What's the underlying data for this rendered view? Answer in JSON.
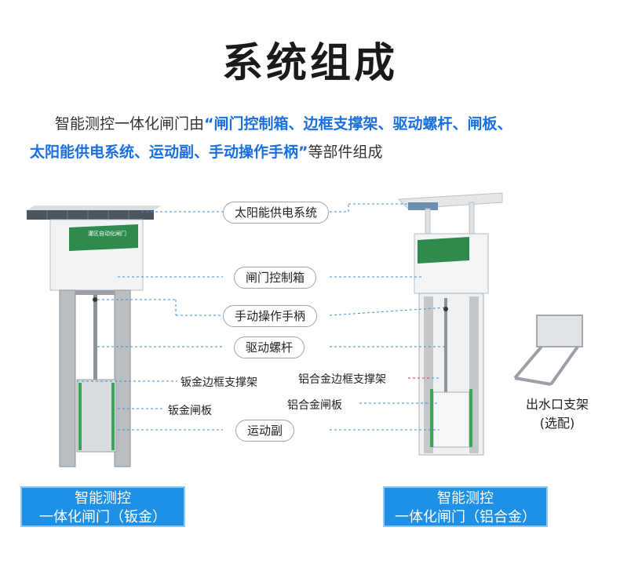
{
  "title": "系统组成",
  "intro": {
    "prefix": "智能测控一体化闸门由",
    "highlight_line1": "“闸门控制箱、边框支撑架、驱动螺杆、闸板、",
    "highlight_line2": "太阳能供电系统、运动副、手动操作手柄”",
    "suffix": "等部件组成"
  },
  "control_panel_text": "灌区自动化闸门",
  "labels": {
    "solar": "太阳能供电系统",
    "control_box": "闸门控制箱",
    "handle": "手动操作手柄",
    "screw": "驱动螺杆",
    "sheet_frame": "钣金边框支撑架",
    "alu_frame": "铝合金边框支撑架",
    "sheet_plate": "钣金闸板",
    "alu_plate": "铝合金闸板",
    "motion": "运动副",
    "outlet_bracket": "出水口支架",
    "optional": "(选配)"
  },
  "product_left": {
    "line1": "智能测控",
    "line2": "一体化闸门（钣金）"
  },
  "product_right": {
    "line1": "智能测控",
    "line2": "一体化闸门（铝合金）"
  },
  "colors": {
    "accent": "#1e90e6",
    "highlight": "#1a6fe0",
    "panel_green": "#2f8a4d"
  }
}
